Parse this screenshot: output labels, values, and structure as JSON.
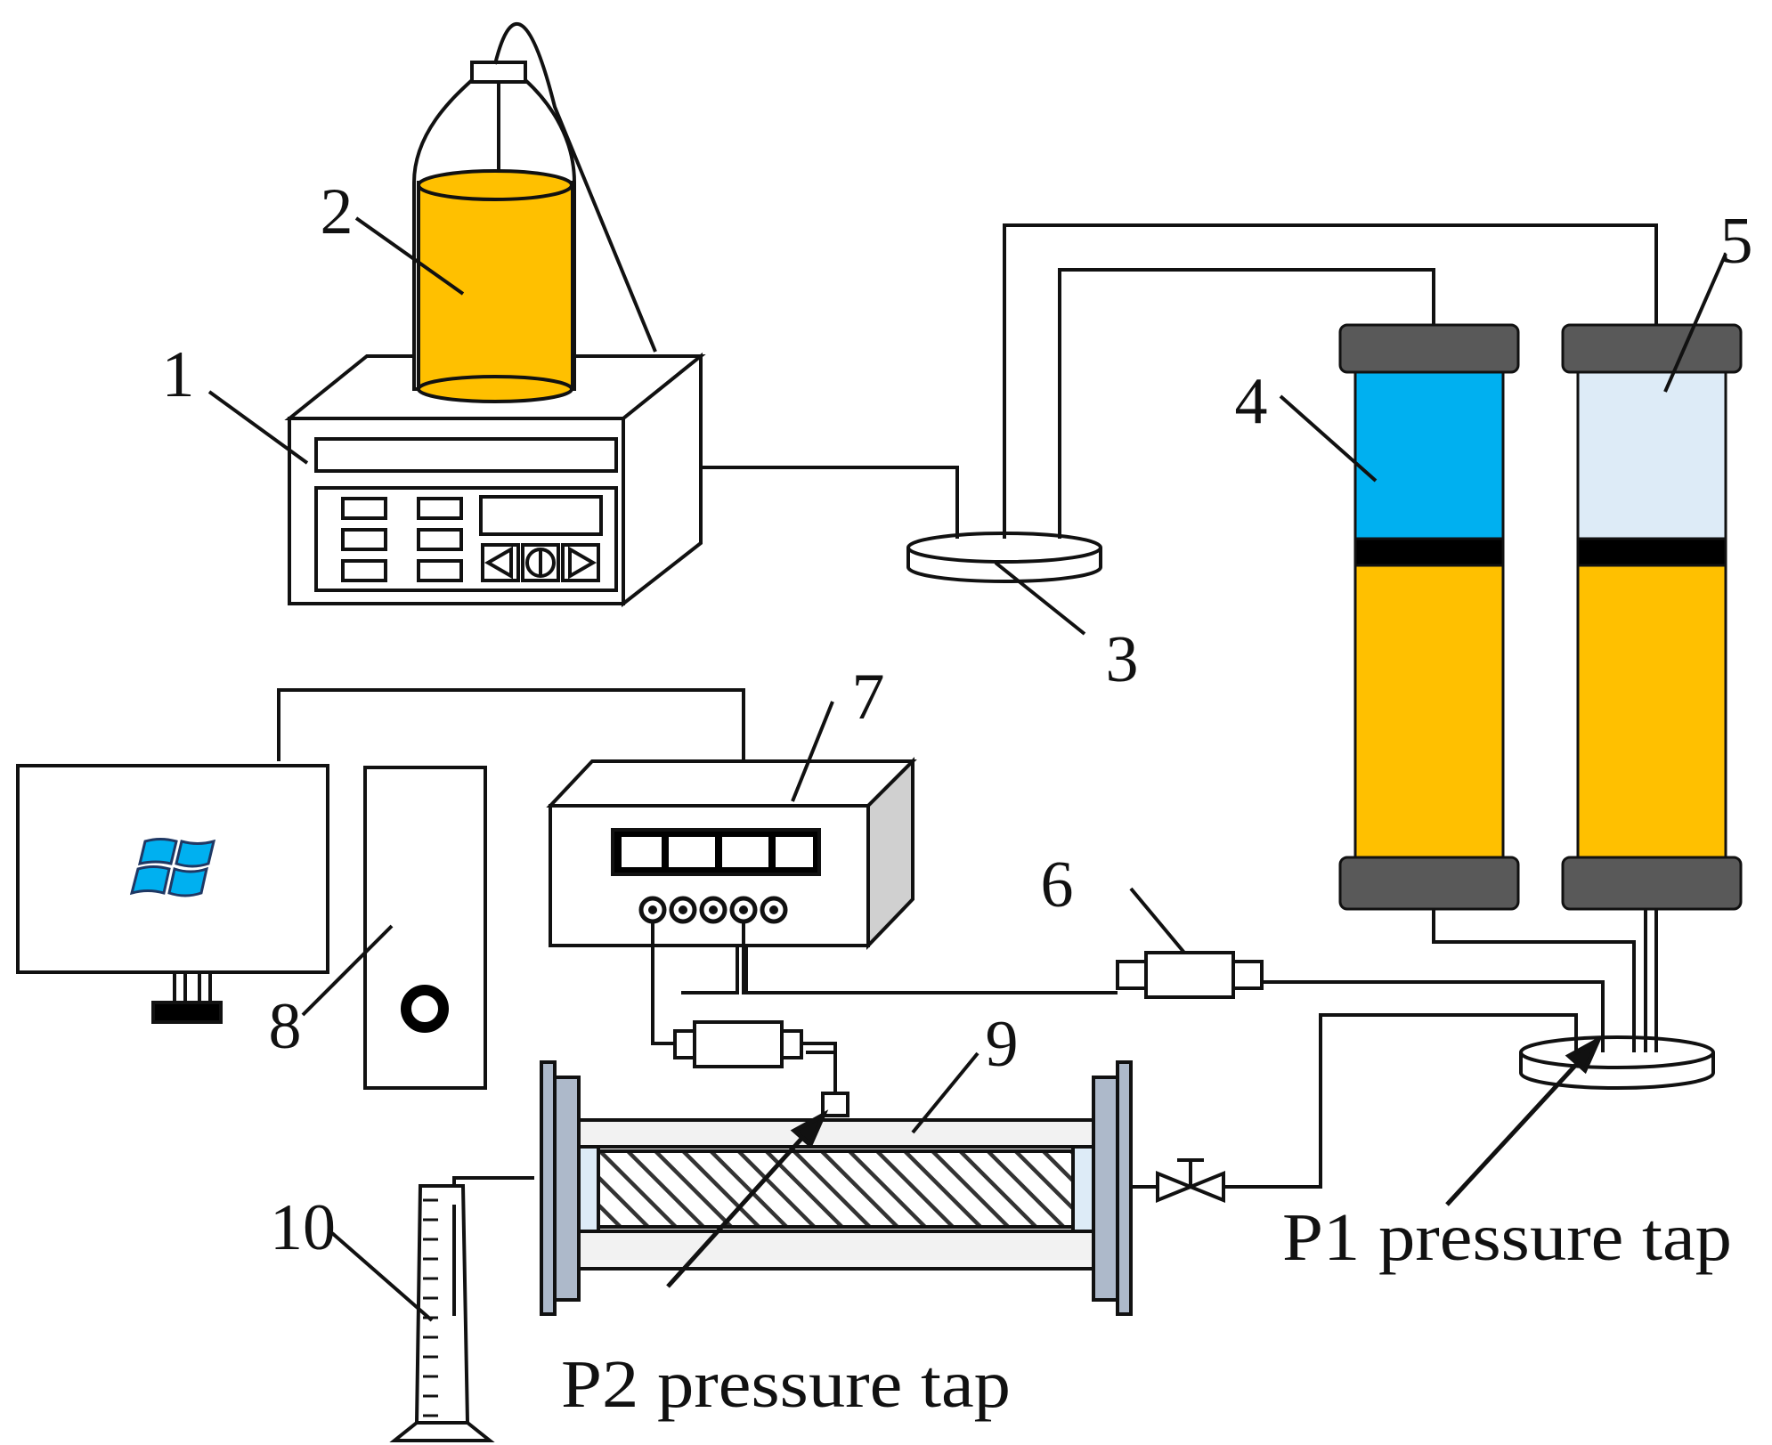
{
  "diagram": {
    "labels": {
      "n1": "1",
      "n2": "2",
      "n3": "3",
      "n4": "4",
      "n5": "5",
      "n6": "6",
      "n7": "7",
      "n8": "8",
      "n9": "9",
      "n10": "10",
      "p1": "P1 pressure tap",
      "p2": "P2 pressure tap"
    },
    "colors": {
      "oil": "#FFC000",
      "water": "#00B0F0",
      "light_water": "#DDEBF7",
      "cap": "#595959",
      "flange": "#ADB9CA",
      "tube": "#F2F2F2",
      "outline": "#111111"
    }
  }
}
